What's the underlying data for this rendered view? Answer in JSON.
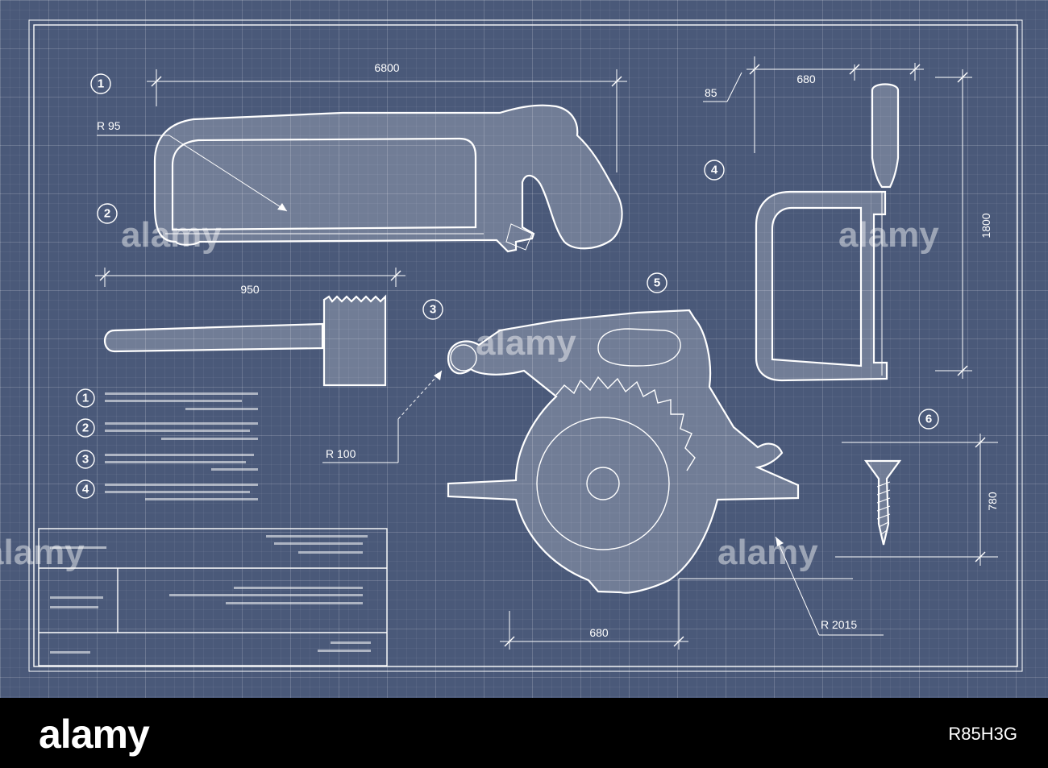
{
  "blueprint": {
    "dimensions": {
      "hacksaw_length": "6800",
      "hacksaw_frame_radius": "R 95",
      "handle_length": "950",
      "saw_radius": "R 100",
      "coping_width": "680",
      "coping_offset": "85",
      "coping_height": "1800",
      "circular_width": "680",
      "circular_radius": "R 2015",
      "screw_height": "780"
    },
    "callouts": [
      "1",
      "2",
      "3",
      "4",
      "5",
      "6"
    ],
    "legend_numbers": [
      "1",
      "2",
      "3",
      "4"
    ],
    "watermark": "alamy"
  },
  "footer": {
    "brand": "alamy",
    "image_id": "R85H3G"
  },
  "colors": {
    "background": "#4a5979",
    "lines": "#ffffff",
    "footer": "#000000"
  }
}
